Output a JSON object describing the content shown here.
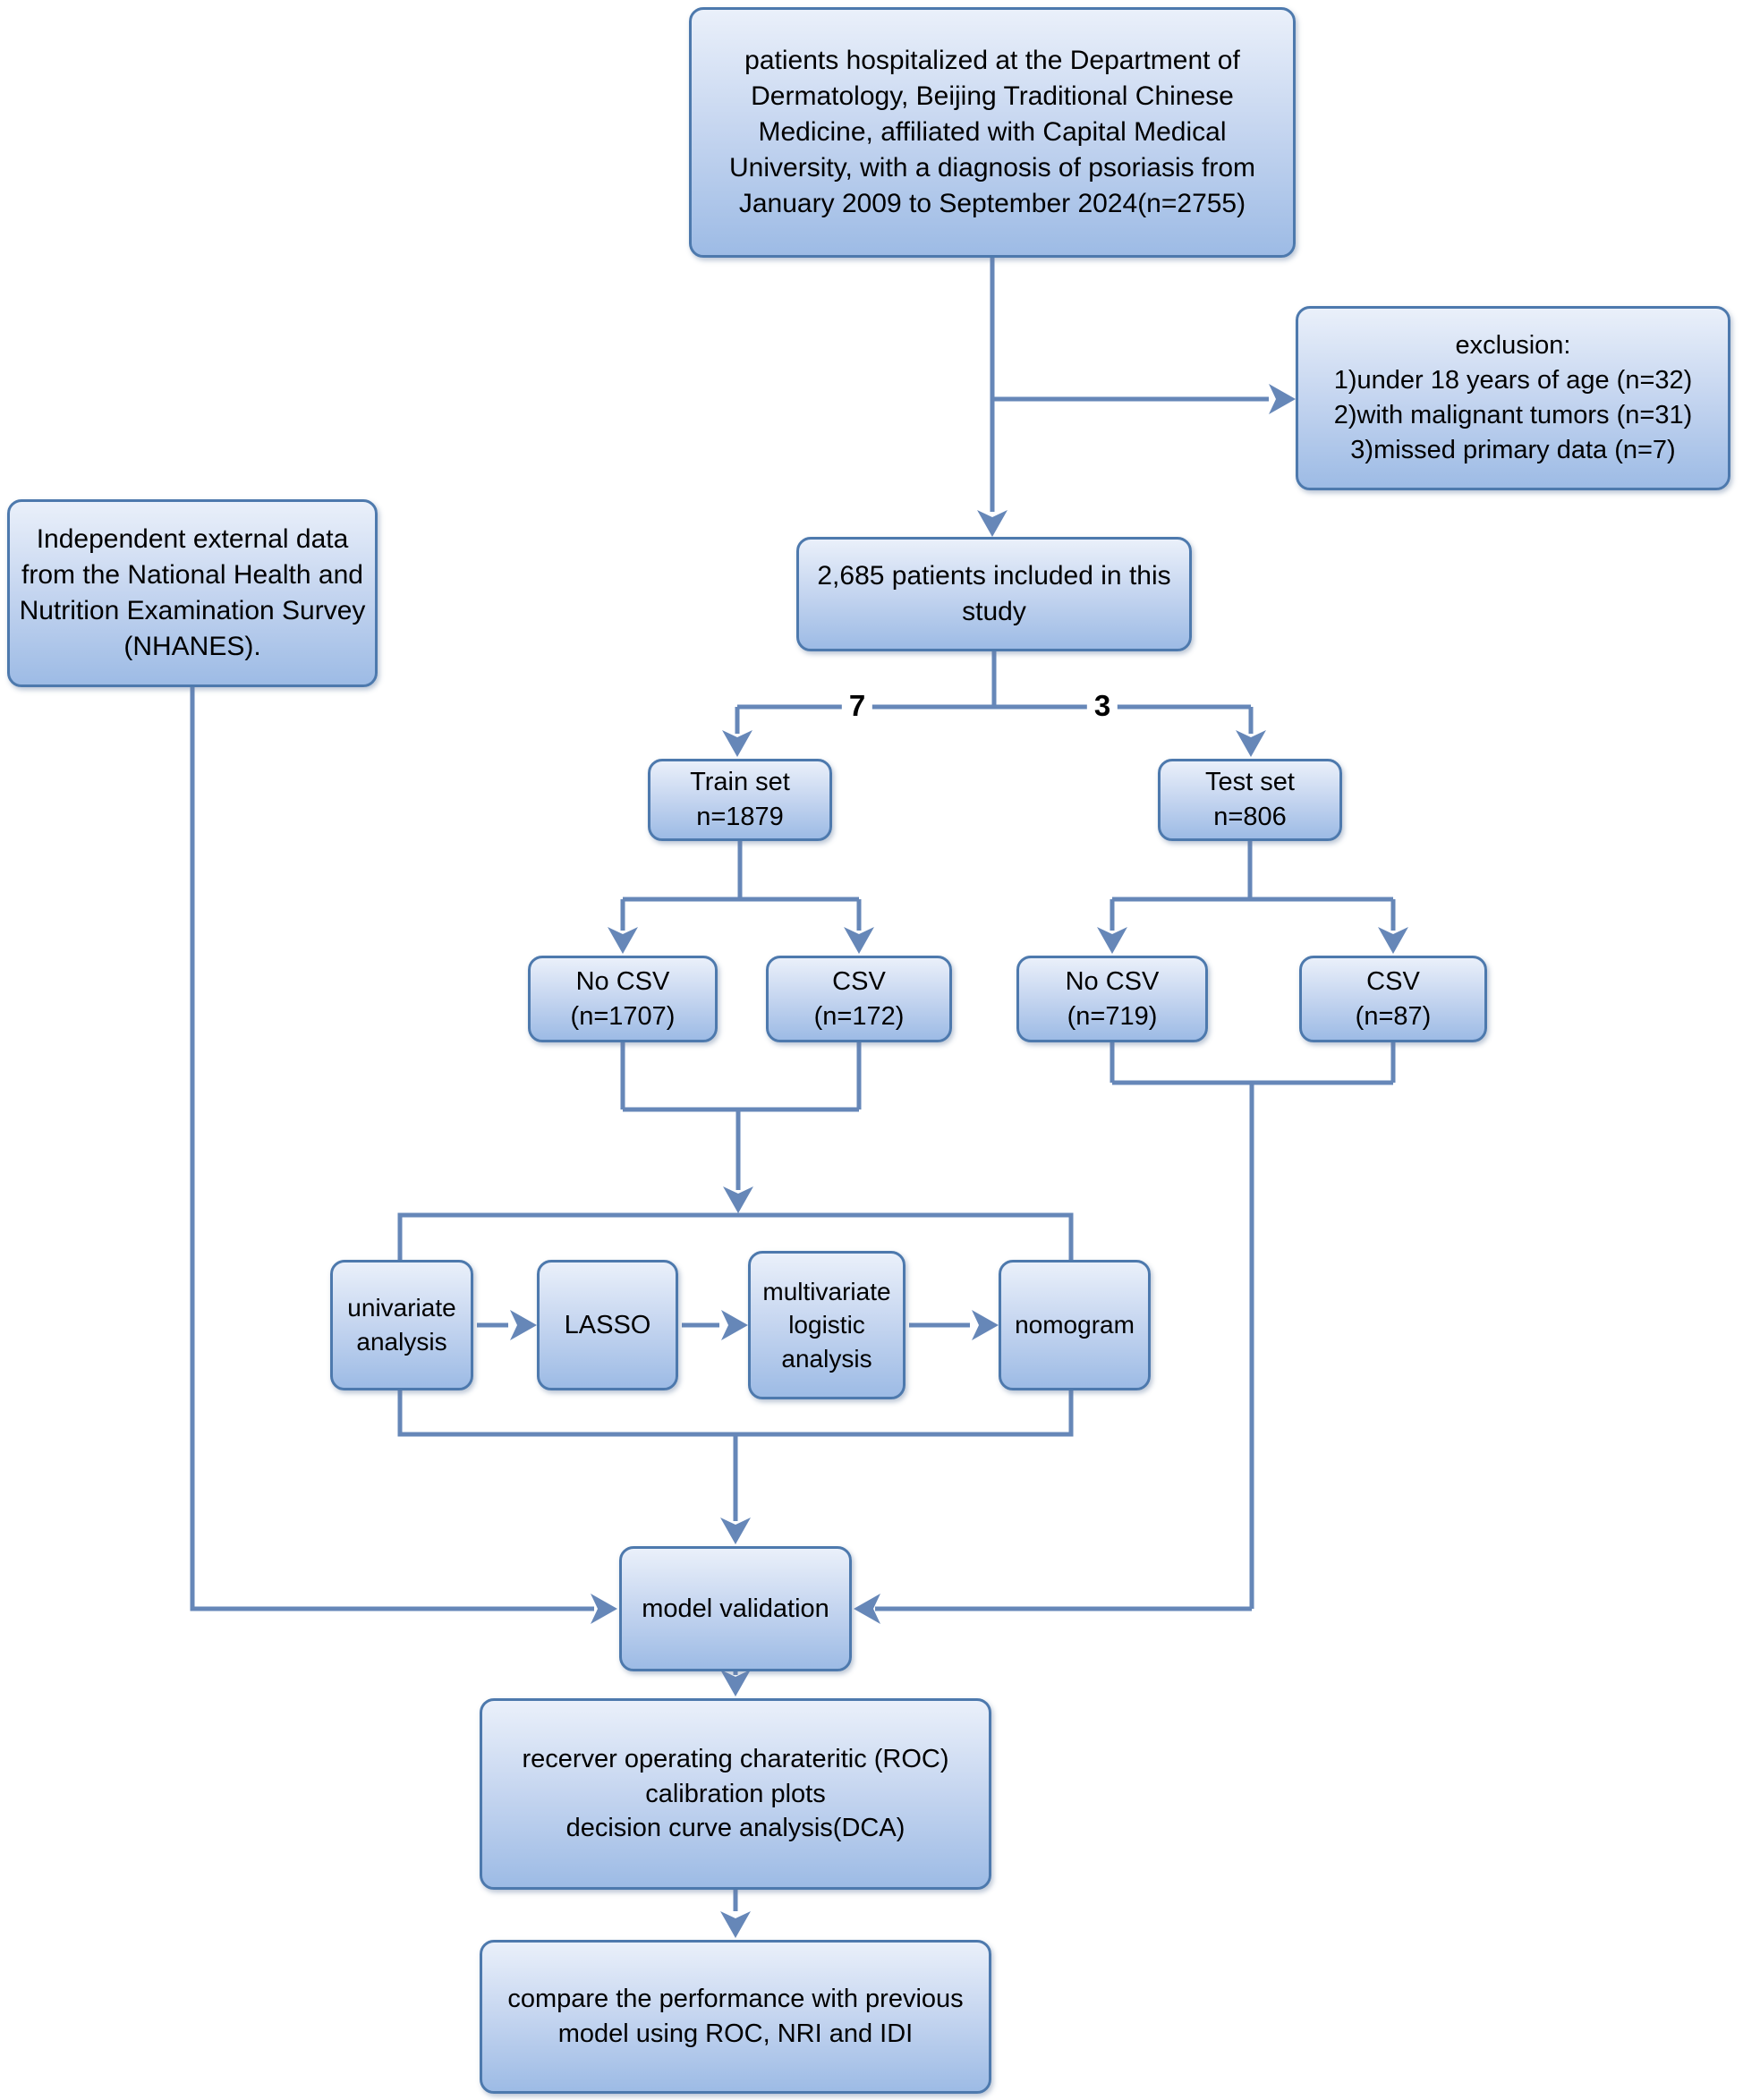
{
  "colors": {
    "box_border": "#4d79ad",
    "box_fill_top": "#eaf0fa",
    "box_fill_bottom": "#9dbbe5",
    "connector": "#6687b8",
    "text": "#000000"
  },
  "nodes": {
    "source": {
      "text": "patients hospitalized at the Department of Dermatology, Beijing Traditional Chinese Medicine, affiliated with Capital Medical University, with a diagnosis of psoriasis from January 2009 to September 2024(n=2755)"
    },
    "exclusion": {
      "title": "exclusion:",
      "items": [
        "1)under 18 years of age (n=32)",
        "2)with malignant tumors (n=31)",
        "3)missed primary data (n=7)"
      ]
    },
    "nhanes": {
      "text": "Independent external data from the National Health and Nutrition Examination Survey (NHANES)."
    },
    "included": {
      "text": "2,685 patients included in this study"
    },
    "train": {
      "label": "Train set",
      "n": "n=1879"
    },
    "test": {
      "label": "Test set",
      "n": "n=806"
    },
    "train_no_csv": {
      "label": "No CSV",
      "n": "(n=1707)"
    },
    "train_csv": {
      "label": "CSV",
      "n": "(n=172)"
    },
    "test_no_csv": {
      "label": "No CSV",
      "n": "(n=719)"
    },
    "test_csv": {
      "label": "CSV",
      "n": "(n=87)"
    },
    "univariate": {
      "text": "univariate analysis"
    },
    "lasso": {
      "text": "LASSO"
    },
    "multivariate": {
      "text": "multivariate logistic analysis"
    },
    "nomogram": {
      "text": "nomogram"
    },
    "model_validation": {
      "text": "model validation"
    },
    "evaluation": {
      "text": "recerver operating charateritic (ROC)\ncalibration plots\ndecision curve analysis(DCA)"
    },
    "compare": {
      "text": "compare the performance with previous model using ROC, NRI and IDI"
    }
  },
  "split": {
    "train_ratio": "7",
    "test_ratio": "3"
  }
}
